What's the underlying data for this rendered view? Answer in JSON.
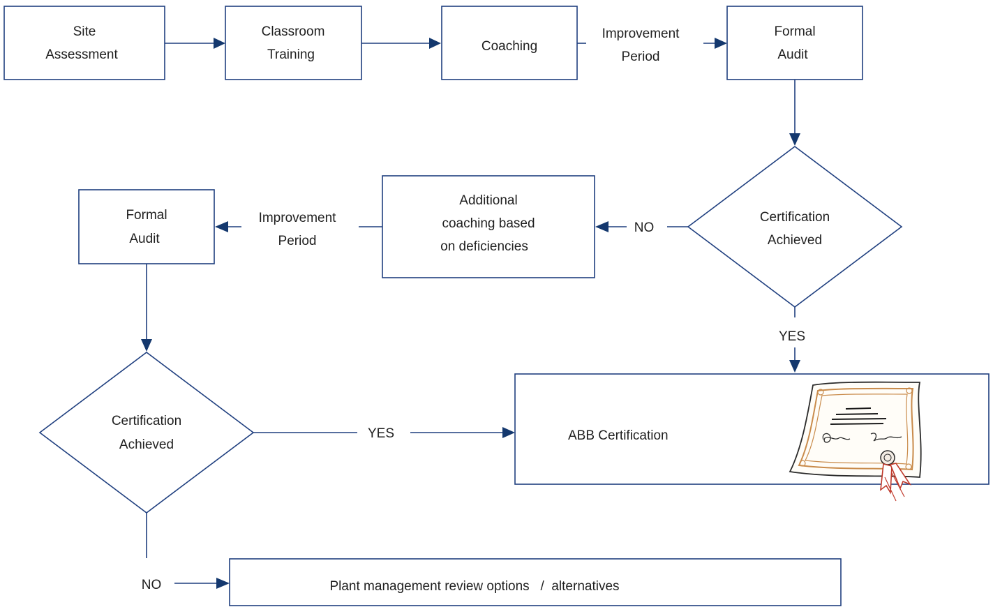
{
  "colors": {
    "stroke": "#1f3f7f",
    "arrowhead": "#14386e",
    "text": "#1f1f1f",
    "certificate_border": "#c98b4b",
    "certificate_ribbon": "#c0392b"
  },
  "nodes": {
    "site_assessment": {
      "shape": "rectangle",
      "lines": [
        "Site",
        "Assessment"
      ]
    },
    "classroom_training": {
      "shape": "rectangle",
      "lines": [
        "Classroom",
        "Training"
      ]
    },
    "coaching": {
      "shape": "rectangle",
      "lines": [
        "Coaching"
      ]
    },
    "formal_audit_1": {
      "shape": "rectangle",
      "lines": [
        "Formal",
        "Audit"
      ]
    },
    "certification_decision_1": {
      "shape": "diamond",
      "lines": [
        "Certification",
        "Achieved"
      ]
    },
    "additional_coaching": {
      "shape": "rectangle",
      "lines": [
        "Additional",
        "coaching based",
        "on deficiencies"
      ]
    },
    "formal_audit_2": {
      "shape": "rectangle",
      "lines": [
        "Formal",
        "Audit"
      ]
    },
    "certification_decision_2": {
      "shape": "diamond",
      "lines": [
        "Certification",
        "Achieved"
      ]
    },
    "abb_certification": {
      "shape": "rectangle",
      "lines": [
        "ABB Certification"
      ],
      "icon": "certificate-icon"
    },
    "plant_management_review": {
      "shape": "rectangle",
      "lines": [
        "Plant management review options   /  alternatives"
      ]
    }
  },
  "edges": [
    {
      "from": "site_assessment",
      "to": "classroom_training",
      "label": ""
    },
    {
      "from": "classroom_training",
      "to": "coaching",
      "label": ""
    },
    {
      "from": "coaching",
      "to": "formal_audit_1",
      "label_lines": [
        "Improvement",
        "Period"
      ]
    },
    {
      "from": "formal_audit_1",
      "to": "certification_decision_1",
      "label": ""
    },
    {
      "from": "certification_decision_1",
      "to": "additional_coaching",
      "label": "NO"
    },
    {
      "from": "certification_decision_1",
      "to": "abb_certification",
      "label": "YES"
    },
    {
      "from": "additional_coaching",
      "to": "formal_audit_2",
      "label_lines": [
        "Improvement",
        "Period"
      ]
    },
    {
      "from": "formal_audit_2",
      "to": "certification_decision_2",
      "label": ""
    },
    {
      "from": "certification_decision_2",
      "to": "abb_certification",
      "label": "YES"
    },
    {
      "from": "certification_decision_2",
      "to": "plant_management_review",
      "label": "NO"
    }
  ]
}
